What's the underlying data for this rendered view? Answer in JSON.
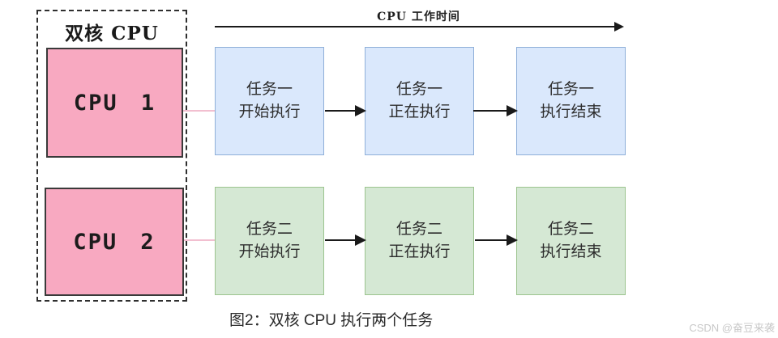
{
  "colors": {
    "cpu_fill": "#f8a9c1",
    "cpu_border": "#3a3a3a",
    "task1_fill": "#dae8fc",
    "task1_border": "#8fafd9",
    "task2_fill": "#d5e8d4",
    "task2_border": "#9cc48f",
    "connector_pink": "#f2bfd0",
    "arrow": "#1a1a1a"
  },
  "diagram": {
    "group_label": "双核 CPU",
    "cpu1_label": "CPU 1",
    "cpu2_label": "CPU 2",
    "timeline_label": "CPU 工作时间",
    "task_rows": [
      {
        "boxes": [
          {
            "line1": "任务一",
            "line2": "开始执行"
          },
          {
            "line1": "任务一",
            "line2": "正在执行"
          },
          {
            "line1": "任务一",
            "line2": "执行结束"
          }
        ]
      },
      {
        "boxes": [
          {
            "line1": "任务二",
            "line2": "开始执行"
          },
          {
            "line1": "任务二",
            "line2": "正在执行"
          },
          {
            "line1": "任务二",
            "line2": "执行结束"
          }
        ]
      }
    ]
  },
  "caption": "图2：双核 CPU 执行两个任务",
  "watermark": "CSDN @奋豆来袭"
}
